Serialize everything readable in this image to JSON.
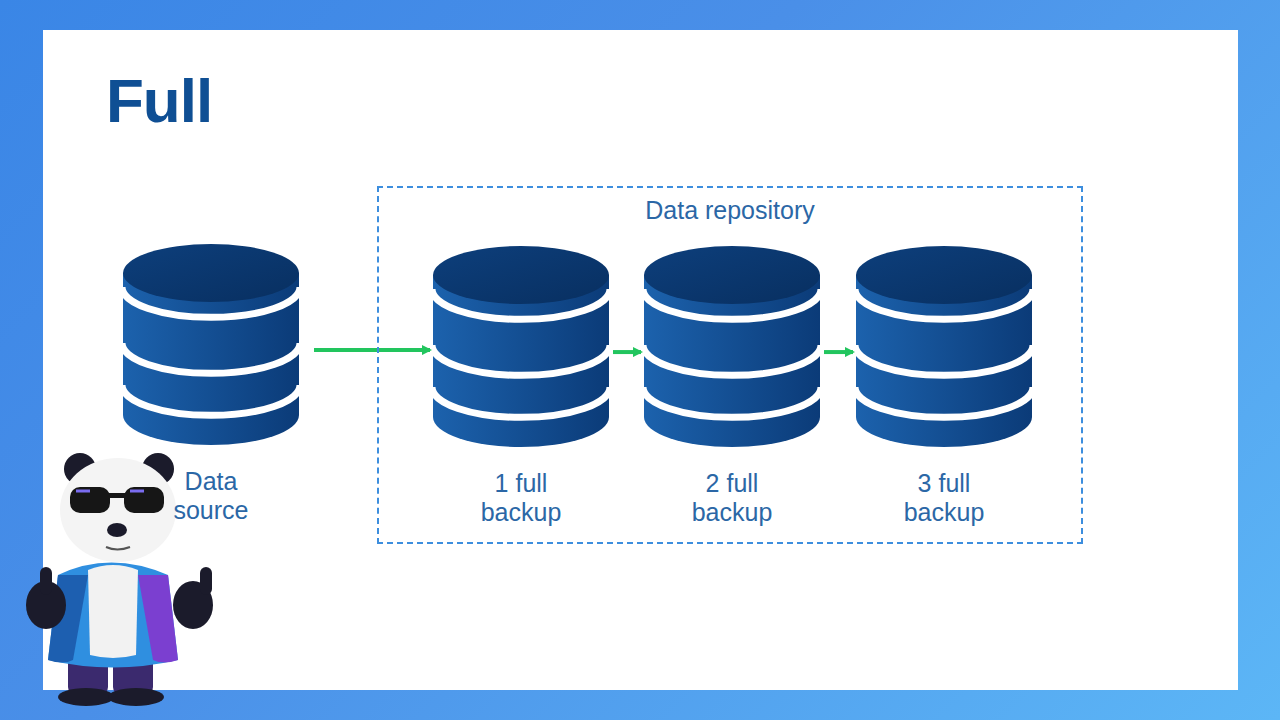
{
  "diagram": {
    "title": "Full",
    "nodes": [
      {
        "text": [
          "Data repository"
        ]
      },
      {
        "text": [
          "Data source"
        ]
      },
      {
        "text": [
          "1 full backup"
        ],
        "in": 0
      },
      {
        "text": [
          "2 full backup"
        ],
        "in": 0
      },
      {
        "text": [
          "3 full backup"
        ],
        "in": 0
      }
    ],
    "edges": [
      {
        "from": 1,
        "to": 2,
        "arrow": "to"
      },
      {
        "from": 2,
        "to": 3,
        "arrow": "to"
      },
      {
        "from": 3,
        "to": 4,
        "arrow": "to"
      }
    ]
  }
}
